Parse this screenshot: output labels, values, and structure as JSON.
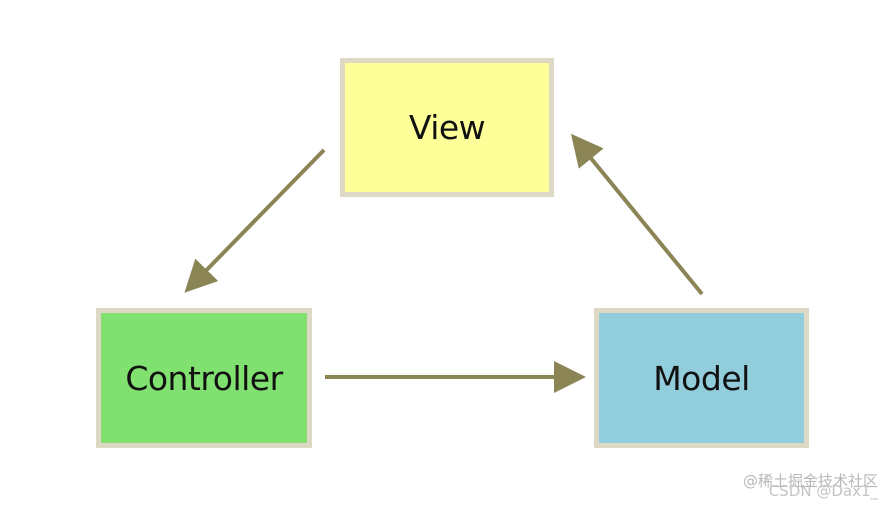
{
  "nodes": {
    "view": {
      "label": "View",
      "fill": "#ffff99"
    },
    "controller": {
      "label": "Controller",
      "fill": "#80e070"
    },
    "model": {
      "label": "Model",
      "fill": "#92cddc"
    }
  },
  "edges": [
    {
      "from": "View",
      "to": "Controller"
    },
    {
      "from": "Controller",
      "to": "Model"
    },
    {
      "from": "Model",
      "to": "View"
    }
  ],
  "colors": {
    "arrow": "#8b8556",
    "node_border": "#ddd9c4"
  },
  "watermark": {
    "line1": "@稀土掘金技术社区",
    "line2": "CSDN @Dax1_"
  }
}
